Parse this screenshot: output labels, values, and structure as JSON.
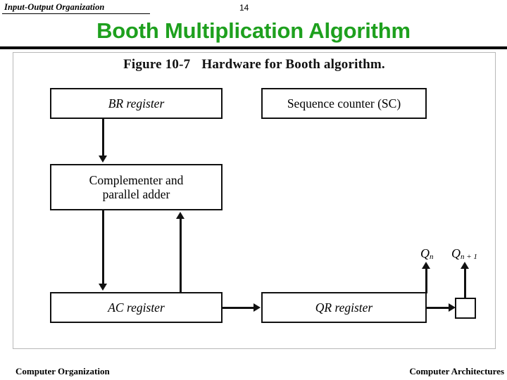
{
  "header": {
    "topic": "Input-Output Organization",
    "page_number": "14"
  },
  "title": "Booth Multiplication Algorithm",
  "figure": {
    "caption_number": "Figure 10-7",
    "caption_text": "Hardware for Booth algorithm.",
    "boxes": {
      "br": "BR register",
      "sc": "Sequence counter (SC)",
      "adder_line1": "Complementer and",
      "adder_line2": "parallel adder",
      "ac": "AC register",
      "qr": "QR register",
      "qn1_box": ""
    },
    "labels": {
      "qn": "Q",
      "qn_sub": "n",
      "qn1": "Q",
      "qn1_sub": "n + 1"
    }
  },
  "footer": {
    "left": "Computer Organization",
    "right": "Computer Architectures"
  },
  "colors": {
    "title_green": "#1ea01e",
    "rule_black": "#000000",
    "ink": "#111111"
  }
}
